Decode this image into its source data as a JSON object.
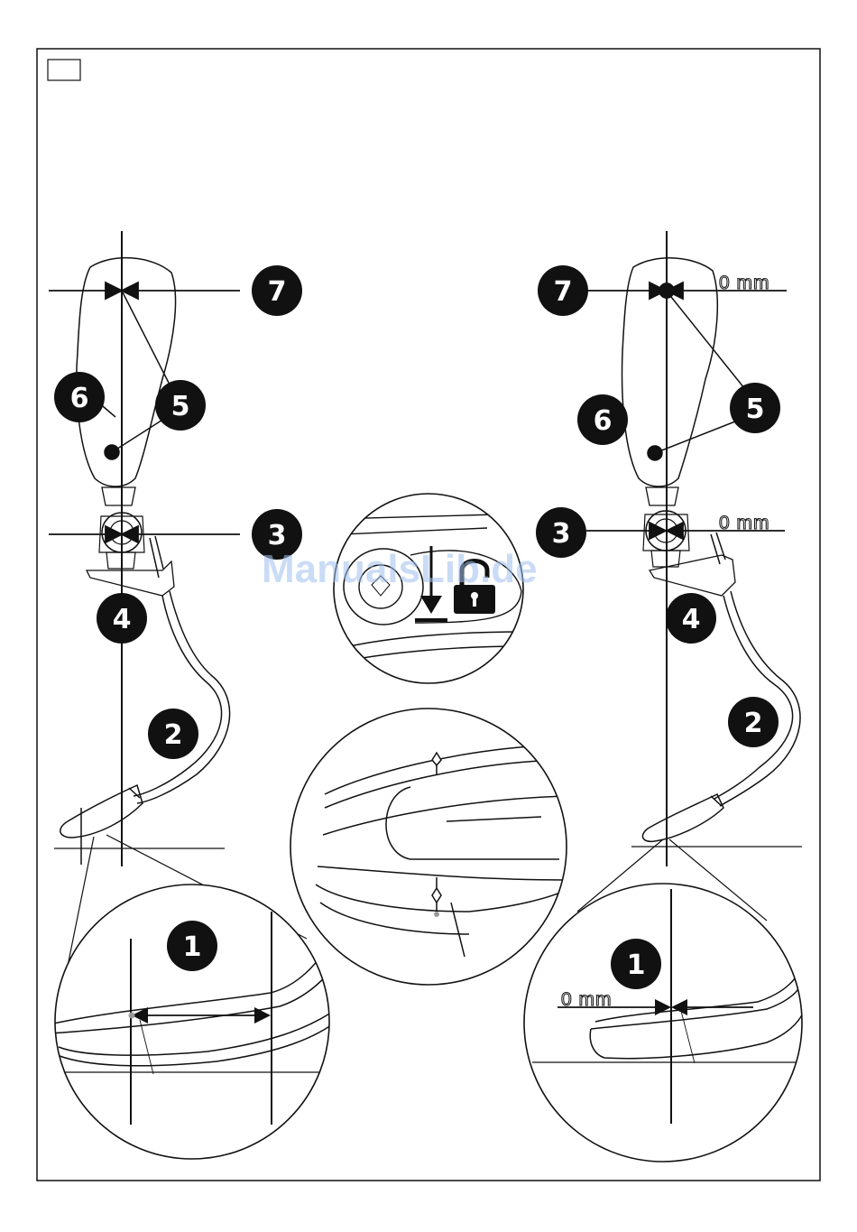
{
  "page": {
    "figure_label": "",
    "watermark": "ManualsLib.de"
  },
  "left_diagram": {
    "callouts": [
      "7",
      "6",
      "5",
      "3",
      "4",
      "2",
      "1"
    ]
  },
  "right_diagram": {
    "callouts": [
      "7",
      "5",
      "6",
      "3",
      "4",
      "2",
      "1"
    ],
    "offset_label_top": "0 mm",
    "offset_label_knee": "0 mm",
    "offset_label_foot": "0 mm"
  },
  "center_details": {
    "lock_detail": "lock-icon with arrow-down",
    "foot_shell_detail": "foot shell marks"
  },
  "colors": {
    "line": "#111111",
    "badge": "#111111",
    "watermark": "#9fc0ee"
  }
}
